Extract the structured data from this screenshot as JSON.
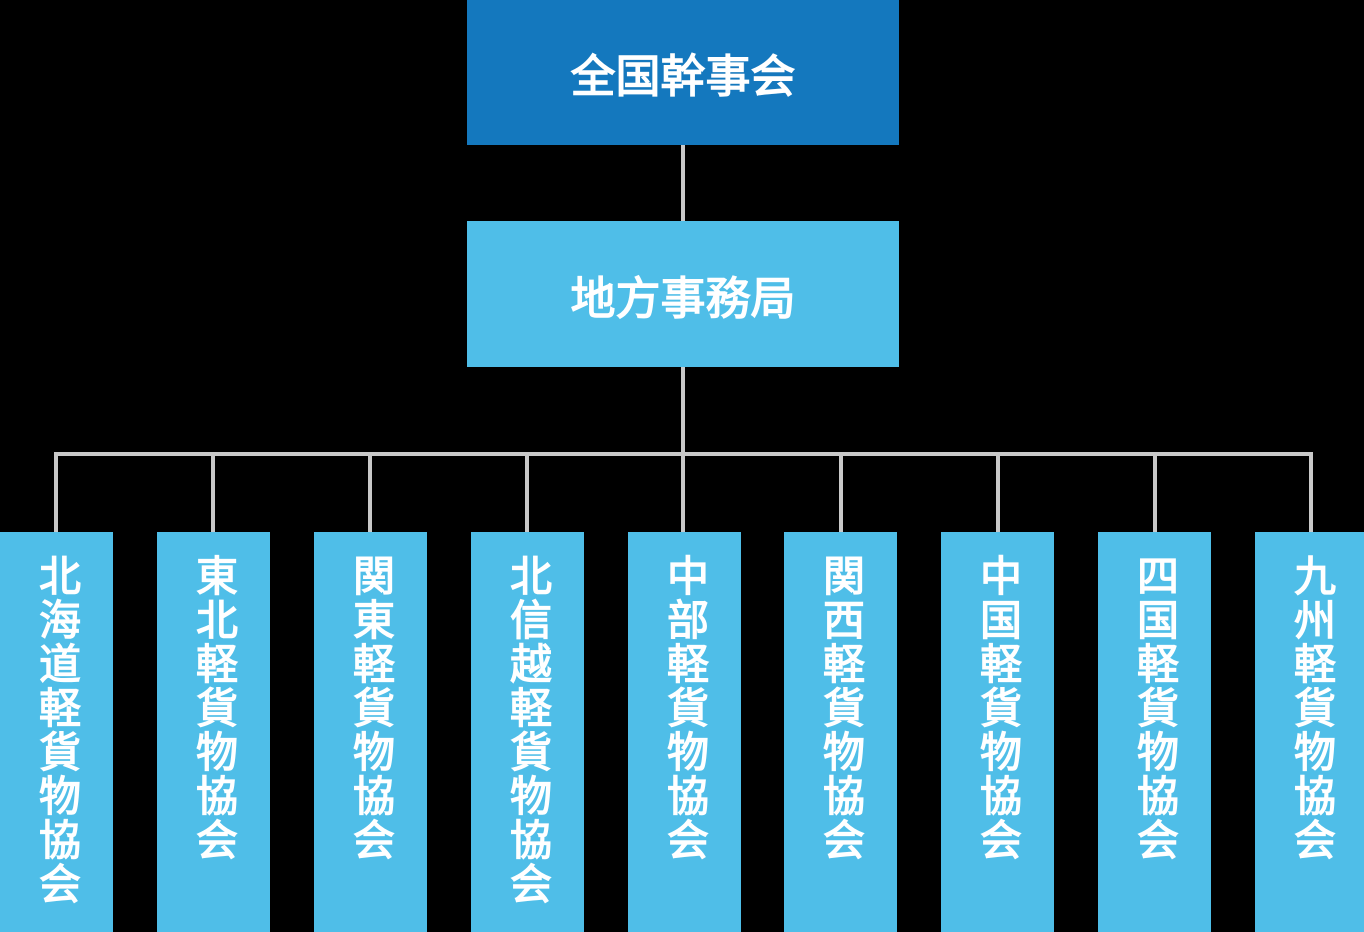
{
  "org_chart": {
    "root": {
      "label": "全国幹事会"
    },
    "office": {
      "label": "地方事務局"
    },
    "regional_associations": [
      {
        "label": "北海道軽貨物協会"
      },
      {
        "label": "東北軽貨物協会"
      },
      {
        "label": "関東軽貨物協会"
      },
      {
        "label": "北信越軽貨物協会"
      },
      {
        "label": "中部軽貨物協会"
      },
      {
        "label": "関西軽貨物協会"
      },
      {
        "label": "中国軽貨物協会"
      },
      {
        "label": "四国軽貨物協会"
      },
      {
        "label": "九州軽貨物協会"
      }
    ]
  },
  "colors": {
    "background": "#000000",
    "root_box": "#1478be",
    "sub_box": "#4fbee8",
    "connector": "#c9c9c9",
    "text": "#ffffff"
  }
}
